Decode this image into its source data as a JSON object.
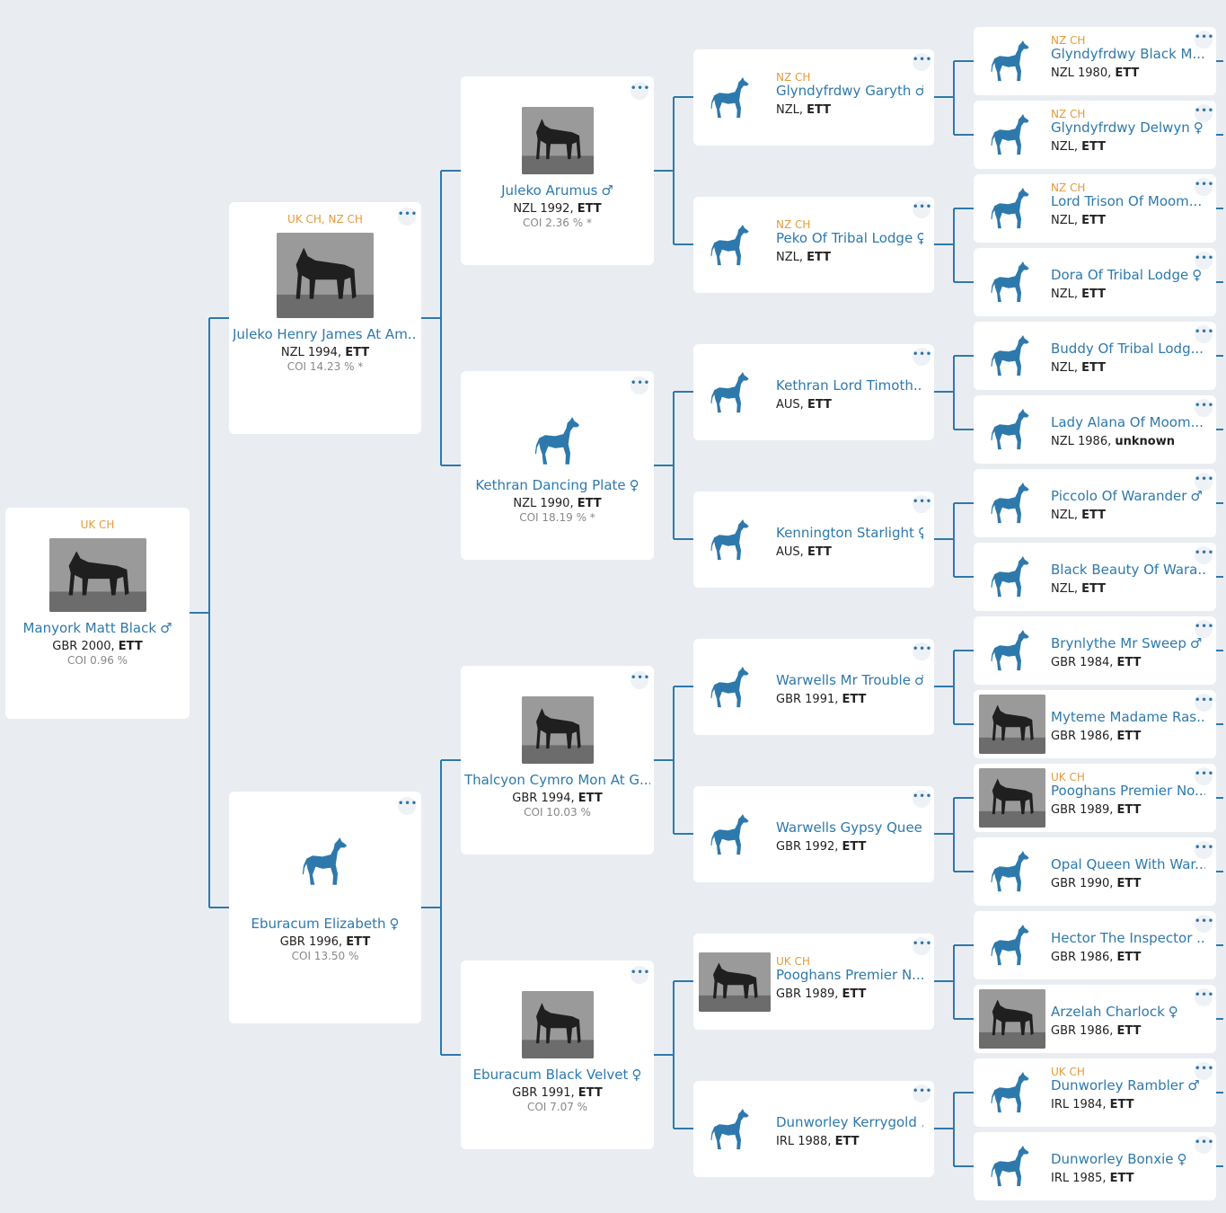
{
  "icons": {
    "dog": "dog-silhouette-icon",
    "more": "more-options-icon",
    "male": "male-symbol-icon",
    "female": "female-symbol-icon"
  },
  "colors": {
    "accent": "#2e79ac",
    "title": "#e39b3b",
    "line": "#2e79ac",
    "background": "#e9edf1"
  },
  "more_label": "•••",
  "subject": {
    "title": "UK CH",
    "name": "Manyork Matt Black",
    "sex": "♂",
    "country": "GBR 2000, ",
    "breed": "ETT",
    "coi": "COI 0.96 %",
    "photo": true
  },
  "parents": [
    {
      "title": "UK CH, NZ CH",
      "name": "Juleko Henry James At Am...",
      "sex": "",
      "country": "NZL 1994, ",
      "breed": "ETT",
      "coi": "COI 14.23 % *",
      "photo": true
    },
    {
      "title": "",
      "name": "Eburacum Elizabeth",
      "sex": "♀",
      "country": "GBR 1996, ",
      "breed": "ETT",
      "coi": "COI 13.50 %",
      "photo": false
    }
  ],
  "grandparents": [
    {
      "title": "",
      "name": "Juleko Arumus",
      "sex": "♂",
      "country": "NZL 1992, ",
      "breed": "ETT",
      "coi": "COI 2.36 % *",
      "photo": true
    },
    {
      "title": "",
      "name": "Kethran Dancing Plate",
      "sex": "♀",
      "country": "NZL 1990, ",
      "breed": "ETT",
      "coi": "COI 18.19 % *",
      "photo": false
    },
    {
      "title": "",
      "name": "Thalcyon Cymro Mon At G...",
      "sex": "",
      "country": "GBR 1994, ",
      "breed": "ETT",
      "coi": "COI 10.03 %",
      "photo": true
    },
    {
      "title": "",
      "name": "Eburacum Black Velvet",
      "sex": "♀",
      "country": "GBR 1991, ",
      "breed": "ETT",
      "coi": "COI 7.07 %",
      "photo": true
    }
  ],
  "great_grandparents": [
    {
      "title": "NZ CH",
      "name": "Glyndyfrdwy Garyth",
      "sex": "♂",
      "country": "NZL, ",
      "breed": "ETT",
      "photo": false
    },
    {
      "title": "NZ CH",
      "name": "Peko Of Tribal Lodge",
      "sex": "♀",
      "country": "NZL, ",
      "breed": "ETT",
      "photo": false
    },
    {
      "title": "",
      "name": "Kethran Lord Timoth...",
      "sex": "",
      "country": "AUS, ",
      "breed": "ETT",
      "photo": false
    },
    {
      "title": "",
      "name": "Kennington Starlight",
      "sex": "♀",
      "country": "AUS, ",
      "breed": "ETT",
      "photo": false
    },
    {
      "title": "",
      "name": "Warwells Mr Trouble",
      "sex": "♂",
      "country": "GBR 1991, ",
      "breed": "ETT",
      "photo": false
    },
    {
      "title": "",
      "name": "Warwells Gypsy Quee...",
      "sex": "",
      "country": "GBR 1992, ",
      "breed": "ETT",
      "photo": false
    },
    {
      "title": "UK CH",
      "name": "Pooghans Premier N...",
      "sex": "",
      "country": "GBR 1989, ",
      "breed": "ETT",
      "photo": true
    },
    {
      "title": "",
      "name": "Dunworley Kerrygold ...",
      "sex": "",
      "country": "IRL 1988, ",
      "breed": "ETT",
      "photo": false
    }
  ],
  "gen4": [
    {
      "title": "NZ CH",
      "name": "Glyndyfrdwy Black M...",
      "sex": "",
      "country": "NZL 1980, ",
      "breed": "ETT",
      "photo": false
    },
    {
      "title": "NZ CH",
      "name": "Glyndyfrdwy Delwyn",
      "sex": "♀",
      "country": "NZL, ",
      "breed": "ETT",
      "photo": false
    },
    {
      "title": "NZ CH",
      "name": "Lord Trison Of Moom...",
      "sex": "",
      "country": "NZL, ",
      "breed": "ETT",
      "photo": false
    },
    {
      "title": "",
      "name": "Dora Of Tribal Lodge",
      "sex": "♀",
      "country": "NZL, ",
      "breed": "ETT",
      "photo": false
    },
    {
      "title": "",
      "name": "Buddy Of Tribal Lodg...",
      "sex": "",
      "country": "NZL, ",
      "breed": "ETT",
      "photo": false
    },
    {
      "title": "",
      "name": "Lady Alana Of Moom...",
      "sex": "",
      "country": "NZL 1986, ",
      "breed": "unknown",
      "photo": false
    },
    {
      "title": "",
      "name": "Piccolo Of Warander",
      "sex": "♂",
      "country": "NZL, ",
      "breed": "ETT",
      "photo": false
    },
    {
      "title": "",
      "name": "Black Beauty Of Wara...",
      "sex": "",
      "country": "NZL, ",
      "breed": "ETT",
      "photo": false
    },
    {
      "title": "",
      "name": "Brynlythe Mr Sweep",
      "sex": "♂",
      "country": "GBR 1984, ",
      "breed": "ETT",
      "photo": false
    },
    {
      "title": "",
      "name": "Myteme Madame Ras...",
      "sex": "",
      "country": "GBR 1986, ",
      "breed": "ETT",
      "photo": true
    },
    {
      "title": "UK CH",
      "name": "Pooghans Premier No...",
      "sex": "",
      "country": "GBR 1989, ",
      "breed": "ETT",
      "photo": true
    },
    {
      "title": "",
      "name": "Opal Queen With War...",
      "sex": "",
      "country": "GBR 1990, ",
      "breed": "ETT",
      "photo": false
    },
    {
      "title": "",
      "name": "Hector The Inspector ...",
      "sex": "",
      "country": "GBR 1986, ",
      "breed": "ETT",
      "photo": false
    },
    {
      "title": "",
      "name": "Arzelah Charlock",
      "sex": "♀",
      "country": "GBR 1986, ",
      "breed": "ETT",
      "photo": true
    },
    {
      "title": "UK CH",
      "name": "Dunworley Rambler",
      "sex": "♂",
      "country": "IRL 1984, ",
      "breed": "ETT",
      "photo": false
    },
    {
      "title": "",
      "name": "Dunworley Bonxie",
      "sex": "♀",
      "country": "IRL 1985, ",
      "breed": "ETT",
      "photo": false
    }
  ]
}
